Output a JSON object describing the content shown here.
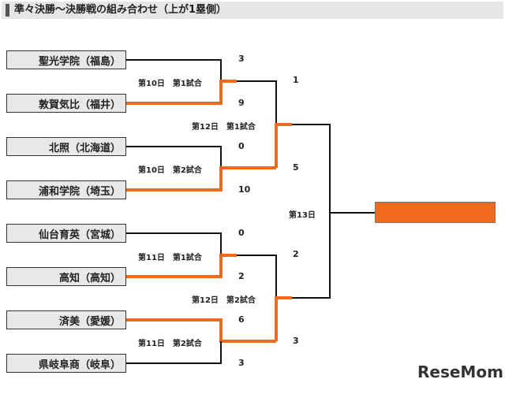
{
  "title": "準々決勝～決勝戦の組み合わせ（上が1塁側）",
  "teams": [
    "聖光学院（福島）",
    "敦賀気比（福井）",
    "北照（北海道）",
    "浦和学院（埼玉）",
    "仙台育英（宮城）",
    "高知（高知）",
    "済美（愛媛）",
    "県岐阜商（岐阜）"
  ],
  "first_round": {
    "labels": [
      "第10日　第1試合",
      "第10日　第2試合",
      "第11日　第1試合",
      "第11日　第2試合"
    ],
    "scores": [
      "3",
      "9",
      "0",
      "10",
      "0",
      "2",
      "6",
      "3"
    ]
  },
  "semi": {
    "labels": [
      "第12日　第1試合",
      "第12日　第2試合"
    ],
    "scores": [
      "1",
      "5",
      "2",
      "3"
    ]
  },
  "final": {
    "label": "第13日"
  },
  "colors": {
    "win": "#f06a1e",
    "line": "#111111",
    "team_fill": "#e8e8e8",
    "header_fill": "#e6e6e6"
  },
  "watermark": "ReseMom"
}
